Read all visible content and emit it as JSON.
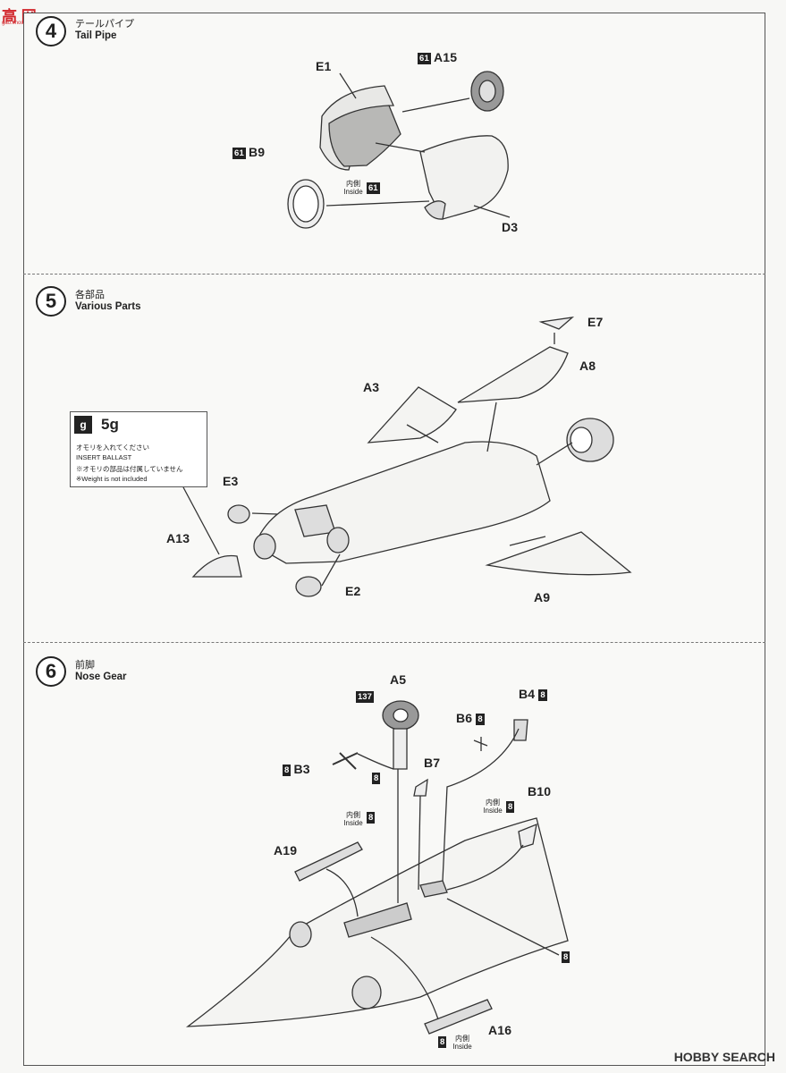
{
  "watermark": {
    "site": "高 网",
    "url": "gao.shou.com",
    "bottom": "HOBBY SEARCH"
  },
  "steps": [
    {
      "number": "4",
      "jp": "テールパイプ",
      "en": "Tail Pipe"
    },
    {
      "number": "5",
      "jp": "各部品",
      "en": "Various Parts"
    },
    {
      "number": "6",
      "jp": "前脚",
      "en": "Nose Gear"
    }
  ],
  "step4": {
    "e1": "E1",
    "a15": {
      "code": "61",
      "part": "A15"
    },
    "b9": {
      "code": "61",
      "part": "B9"
    },
    "inside": {
      "jp": "内側",
      "en": "Inside",
      "code": "61"
    },
    "d3": "D3"
  },
  "step5": {
    "e7": "E7",
    "a8": "A8",
    "a3": "A3",
    "e3": "E3",
    "a13": "A13",
    "e2": "E2",
    "a9": "A9",
    "ballast": {
      "weight": "5g",
      "jp1": "オモリを入れてください",
      "en1": "INSERT BALLAST",
      "jp2": "※オモリの部品は付属していません",
      "en2": "※Weight is not included"
    }
  },
  "step6": {
    "a5": {
      "code": "137",
      "part": "A5"
    },
    "b4": {
      "part": "B4",
      "code": "8"
    },
    "b6": {
      "part": "B6",
      "code": "8"
    },
    "b3": {
      "code": "8",
      "part": "B3"
    },
    "a5_paint": "8",
    "b7": "B7",
    "b10": "B10",
    "inside_b10": {
      "jp": "内側",
      "en": "Inside",
      "code": "8"
    },
    "inside_bay": {
      "jp": "内側",
      "en": "Inside",
      "code": "8"
    },
    "a19": "A19",
    "hull_paint": "8",
    "a16": "A16",
    "a16_inside": {
      "code": "8",
      "jp": "内側",
      "en": "Inside"
    }
  }
}
